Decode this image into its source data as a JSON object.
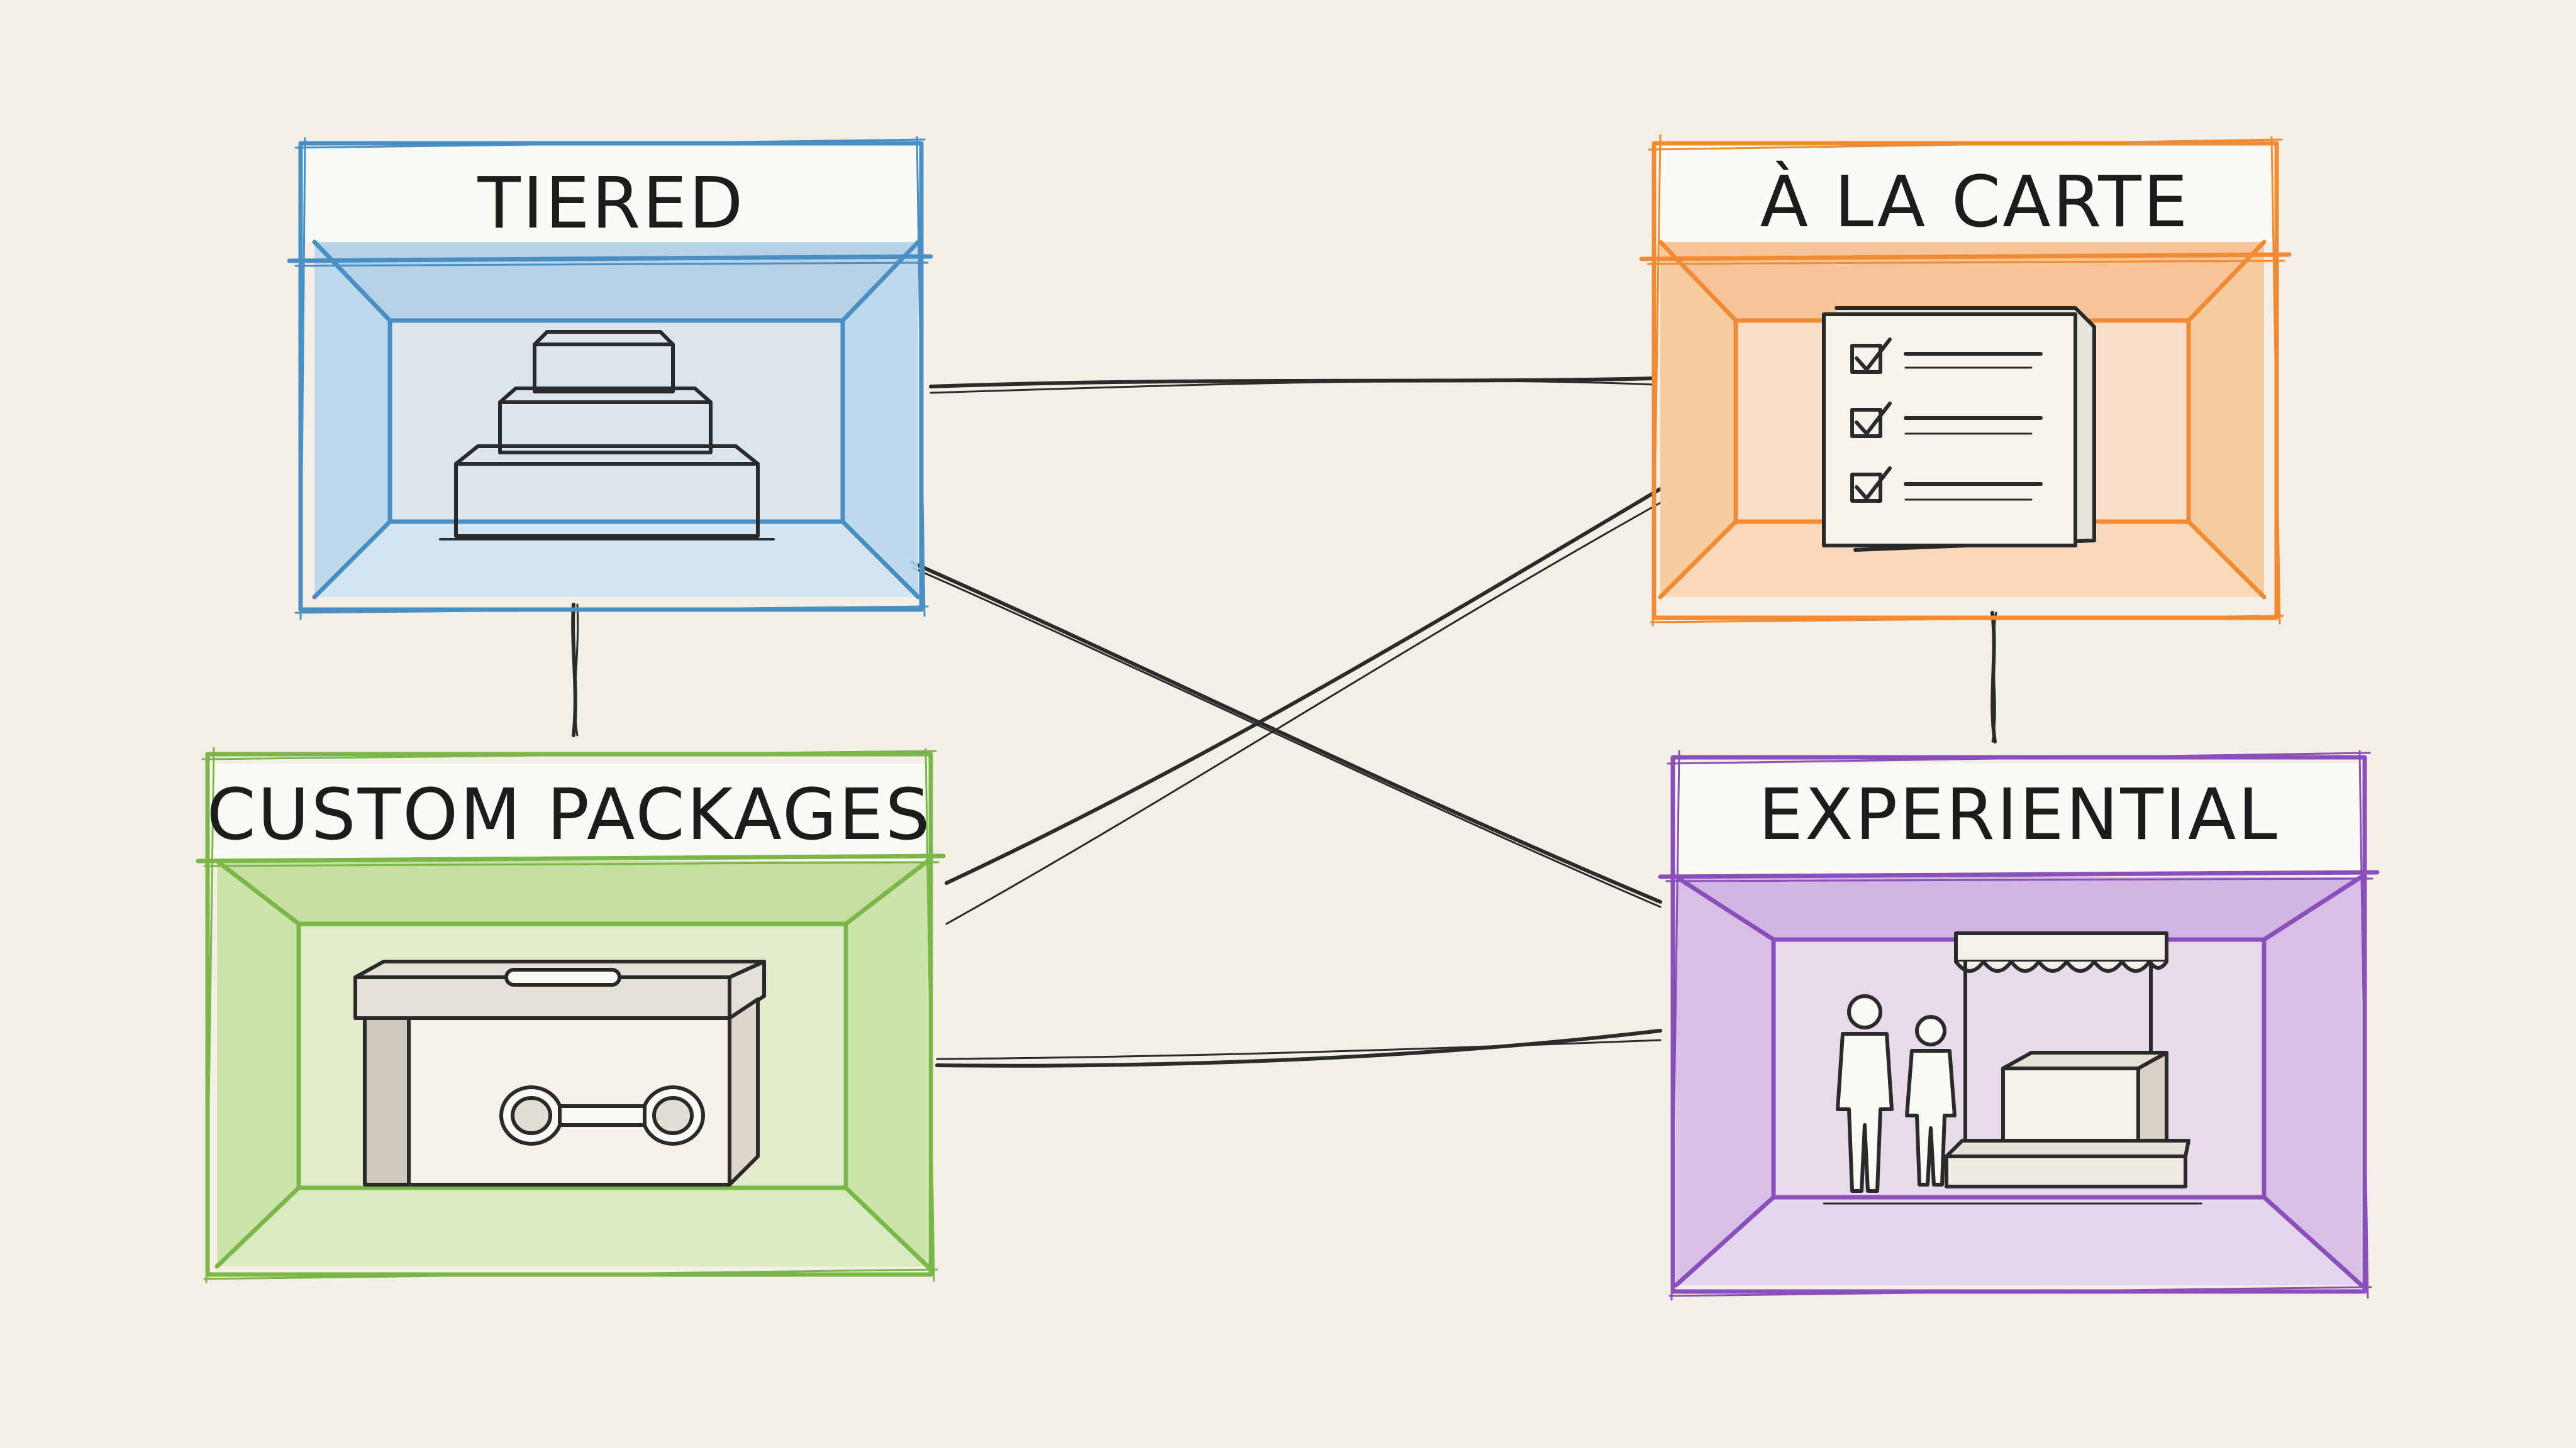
{
  "diagram": {
    "boxes": [
      {
        "id": "tiered",
        "label": "TIERED",
        "color": "#4a8fc4",
        "tint": "#c6dff0",
        "icon": "tiered-steps-icon"
      },
      {
        "id": "a-la-carte",
        "label": "À LA CARTE",
        "color": "#f08a33",
        "tint": "#f9d1ad",
        "icon": "checklist-icon"
      },
      {
        "id": "custom-packages",
        "label": "CUSTOM PACKAGES",
        "color": "#7ab648",
        "tint": "#d3e8b5",
        "icon": "package-box-icon"
      },
      {
        "id": "experiential",
        "label": "EXPERIENTIAL",
        "color": "#8a4fb8",
        "tint": "#ddc8ec",
        "icon": "event-booth-icon"
      }
    ],
    "connections": [
      {
        "from": "tiered",
        "to": "a-la-carte"
      },
      {
        "from": "tiered",
        "to": "custom-packages"
      },
      {
        "from": "tiered",
        "to": "experiential"
      },
      {
        "from": "custom-packages",
        "to": "a-la-carte"
      },
      {
        "from": "custom-packages",
        "to": "experiential"
      },
      {
        "from": "a-la-carte",
        "to": "experiential"
      }
    ]
  }
}
